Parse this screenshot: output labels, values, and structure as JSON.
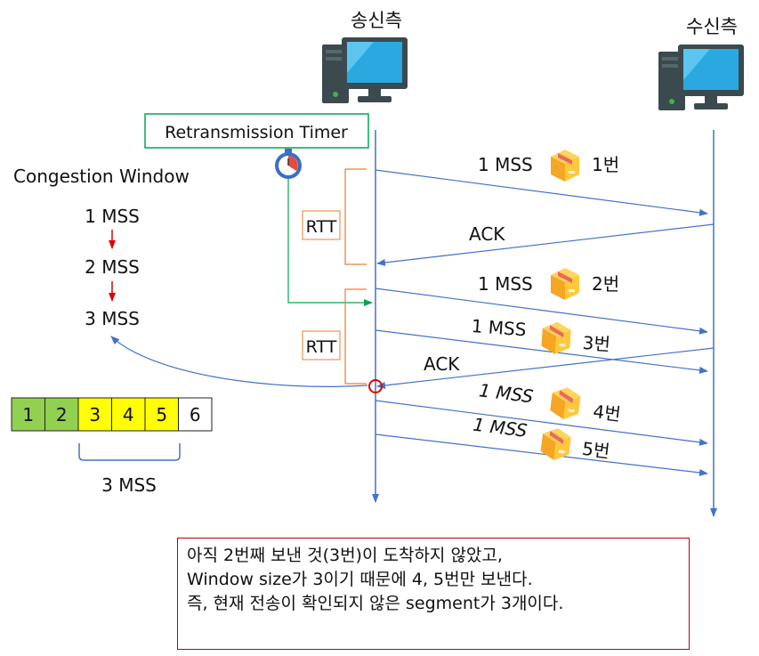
{
  "sender": {
    "label": "송신측"
  },
  "receiver": {
    "label": "수신측"
  },
  "timer": {
    "label": "Retransmission Timer",
    "icon": "stopwatch-icon"
  },
  "congestion": {
    "title": "Congestion Window",
    "steps": [
      "1 MSS",
      "2 MSS",
      "3 MSS"
    ]
  },
  "rtt_labels": [
    "RTT",
    "RTT"
  ],
  "messages": [
    {
      "mss": "1 MSS",
      "seq": "1번",
      "icon": "package-icon"
    },
    {
      "ack": "ACK"
    },
    {
      "mss": "1 MSS",
      "seq": "2번",
      "icon": "package-icon"
    },
    {
      "mss": "1 MSS",
      "seq": "3번",
      "icon": "package-icon"
    },
    {
      "ack": "ACK"
    },
    {
      "mss": "1 MSS",
      "seq": "4번",
      "icon": "package-icon"
    },
    {
      "mss": "1 MSS",
      "seq": "5번",
      "icon": "package-icon"
    }
  ],
  "window": {
    "cells": [
      "1",
      "2",
      "3",
      "4",
      "5",
      "6"
    ],
    "states": [
      "acked",
      "acked",
      "inflight",
      "inflight",
      "inflight",
      "empty"
    ],
    "brace_label": "3 MSS"
  },
  "colors": {
    "acked": "#92d050",
    "inflight": "#ffff00",
    "arrow": "#4472c4",
    "rtt_bracket": "#ed7d31",
    "timer_border": "#00a651",
    "red": "#e00000"
  },
  "note": {
    "lines": [
      "아직 2번째 보낸 것(3번)이 도착하지 않았고,",
      "Window size가 3이기 때문에 4, 5번만 보낸다.",
      "",
      "즉, 현재 전송이 확인되지 않은 segment가 3개이다."
    ]
  }
}
